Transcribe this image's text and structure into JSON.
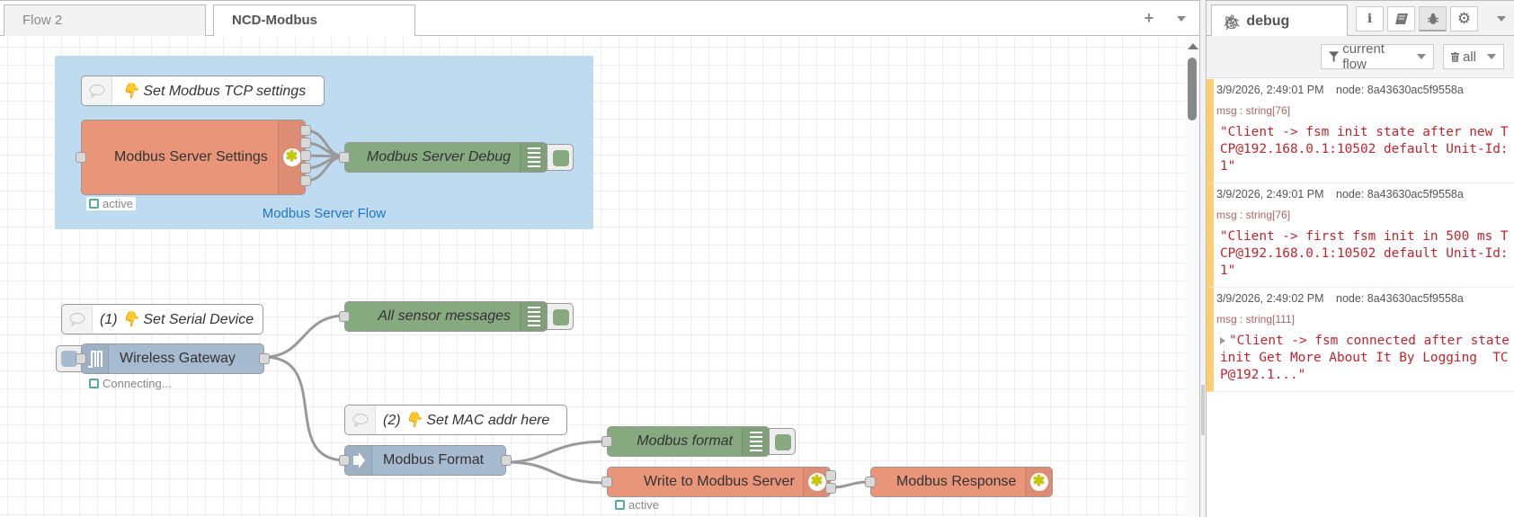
{
  "workspace": {
    "tabs": [
      {
        "label": "Flow 2",
        "active": false
      },
      {
        "label": "NCD-Modbus",
        "active": true
      }
    ],
    "add_tab_icon": "plus-icon",
    "tab_menu_icon": "caret-down-icon"
  },
  "flow": {
    "group": {
      "label": "Modbus Server Flow",
      "color": "#bfdbef",
      "label_color": "#1f77c4"
    },
    "nodes": {
      "comment_tcp": {
        "label": "👇 Set Modbus TCP settings",
        "type": "comment"
      },
      "server_settings": {
        "label": "Modbus Server Settings",
        "type": "modbus-server",
        "color": "#e8957a",
        "status": "active"
      },
      "server_debug": {
        "label": "Modbus Server Debug",
        "type": "debug",
        "color": "#87a980"
      },
      "comment_serial": {
        "label": "(1) 👇 Set Serial Device",
        "type": "comment"
      },
      "wireless_gateway": {
        "label": "Wireless Gateway",
        "type": "ncd-gateway",
        "color": "#a6bbcf",
        "status": "Connecting..."
      },
      "all_sensor": {
        "label": "All sensor messages",
        "type": "debug",
        "color": "#87a980"
      },
      "comment_mac": {
        "label": "(2) 👇 Set MAC addr here",
        "type": "comment"
      },
      "modbus_format_fn": {
        "label": "Modbus Format",
        "type": "function",
        "color": "#a6bbcf"
      },
      "modbus_format_debug": {
        "label": "Modbus format",
        "type": "debug",
        "color": "#87a980"
      },
      "write_server": {
        "label": "Write to Modbus Server",
        "type": "modbus-write",
        "color": "#e8957a",
        "status": "active"
      },
      "modbus_response": {
        "label": "Modbus Response",
        "type": "modbus-response",
        "color": "#e8957a"
      }
    }
  },
  "sidebar": {
    "active_tab": {
      "label": "debug",
      "icon": "bug-icon"
    },
    "tab_buttons": [
      {
        "name": "info",
        "icon": "info-icon"
      },
      {
        "name": "help",
        "icon": "book-icon"
      },
      {
        "name": "debug",
        "icon": "bug-icon",
        "selected": true
      },
      {
        "name": "config",
        "icon": "gear-icon"
      }
    ],
    "filter_label": "current flow",
    "clear_label": "all",
    "messages": [
      {
        "timestamp": "3/9/2026, 2:49:01 PM",
        "node": "node: 8a43630ac5f9558a",
        "type": "msg : string[76]",
        "body": "\"Client -> fsm init state after new TCP@192.168.0.1:10502 default Unit-Id: 1\"",
        "expandable": false
      },
      {
        "timestamp": "3/9/2026, 2:49:01 PM",
        "node": "node: 8a43630ac5f9558a",
        "type": "msg : string[76]",
        "body": "\"Client -> first fsm init in 500 ms TCP@192.168.0.1:10502 default Unit-Id: 1\"",
        "expandable": false
      },
      {
        "timestamp": "3/9/2026, 2:49:02 PM",
        "node": "node: 8a43630ac5f9558a",
        "type": "msg : string[111]",
        "body": "\"Client -> fsm connected after state init Get More About It By Logging  TCP@192.1...\"",
        "expandable": true
      }
    ]
  },
  "colors": {
    "debug_bar": "#ffcf70",
    "debug_text": "#c0242c",
    "status_ok": "#55aa99"
  }
}
